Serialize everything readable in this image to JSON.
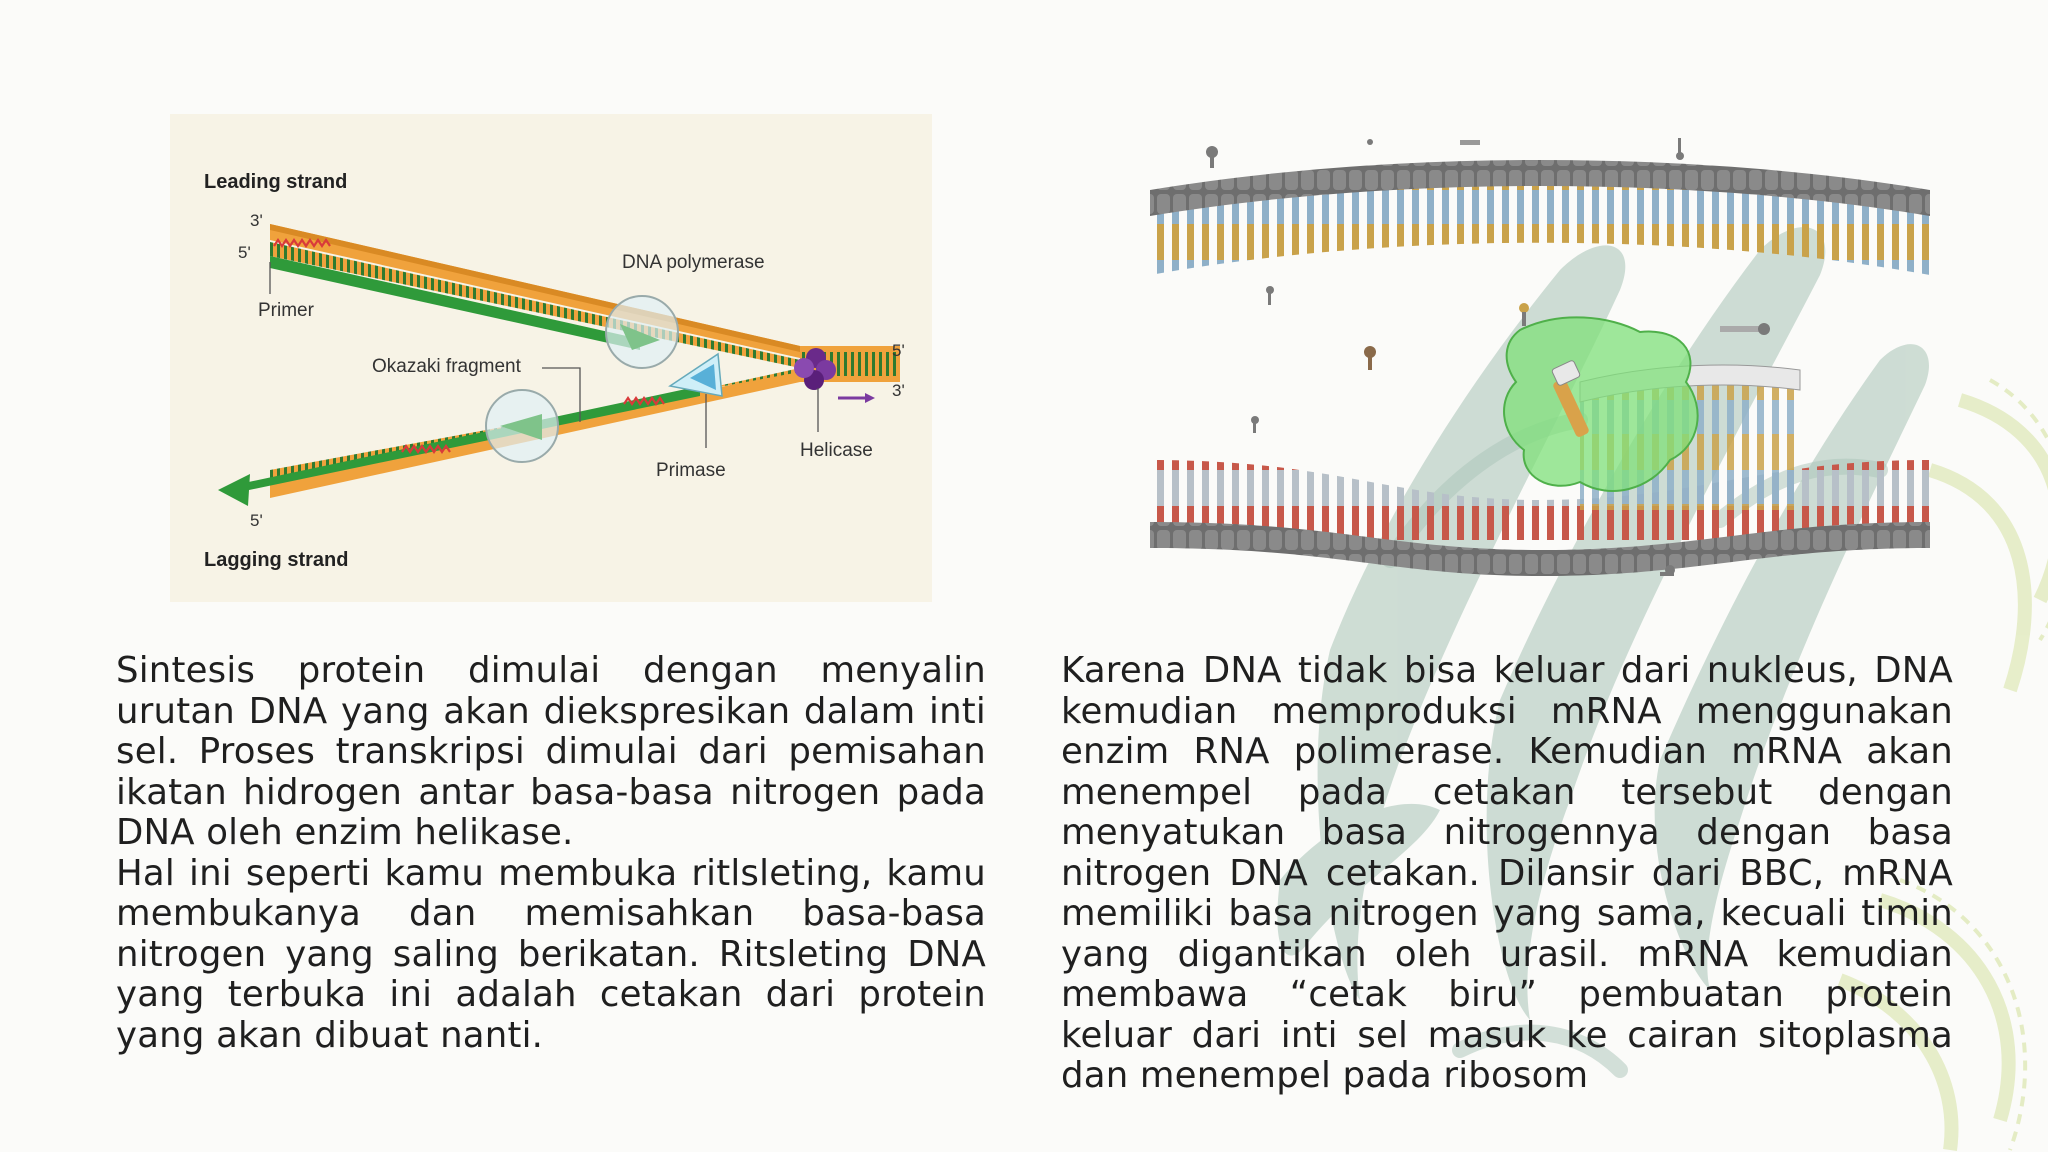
{
  "left_figure": {
    "labels": {
      "leading_strand": "Leading strand",
      "lagging_strand": "Lagging strand",
      "dna_polymerase": "DNA polymerase",
      "primer": "Primer",
      "okazaki_fragment": "Okazaki fragment",
      "primase": "Primase",
      "helicase": "Helicase",
      "three_prime": "3'",
      "five_prime": "5'"
    }
  },
  "paragraphs": {
    "left_1": "Sintesis protein dimulai dengan menyalin urutan DNA yang akan diekspresikan dalam inti sel. Proses transkripsi dimulai dari pemisahan ikatan hidrogen antar basa-basa nitrogen pada DNA oleh enzim helikase.",
    "left_2": "Hal ini seperti kamu membuka ritlsleting, kamu membukanya dan memisahkan basa-basa nitrogen yang saling berikatan. Ritsleting DNA yang terbuka ini adalah cetakan dari protein yang akan dibuat nanti.",
    "right": "Karena DNA tidak bisa keluar dari nukleus, DNA kemudian memproduksi mRNA menggunakan enzim RNA polimerase. Kemudian mRNA akan menempel pada cetakan tersebut dengan menyatukan basa nitrogennya dengan basa nitrogen DNA cetakan. Dilansir dari BBC, mRNA memiliki basa nitrogen yang sama, kecuali timin yang digantikan oleh urasil. mRNA kemudian membawa “cetak biru” pembuatan protein keluar dari inti sel masuk ke cairan sitoplasma dan menempel pada ribosom"
  },
  "colors": {
    "background": "#fbfbf9",
    "text": "#1f1f1f",
    "deco_green": "#a9c4b7",
    "deco_lime": "#e4ecc4",
    "strand_orange": "#f0a23c",
    "strand_green": "#2f9a3a",
    "primer_red": "#d93a3a",
    "enzyme_green": "#7fe07a"
  }
}
